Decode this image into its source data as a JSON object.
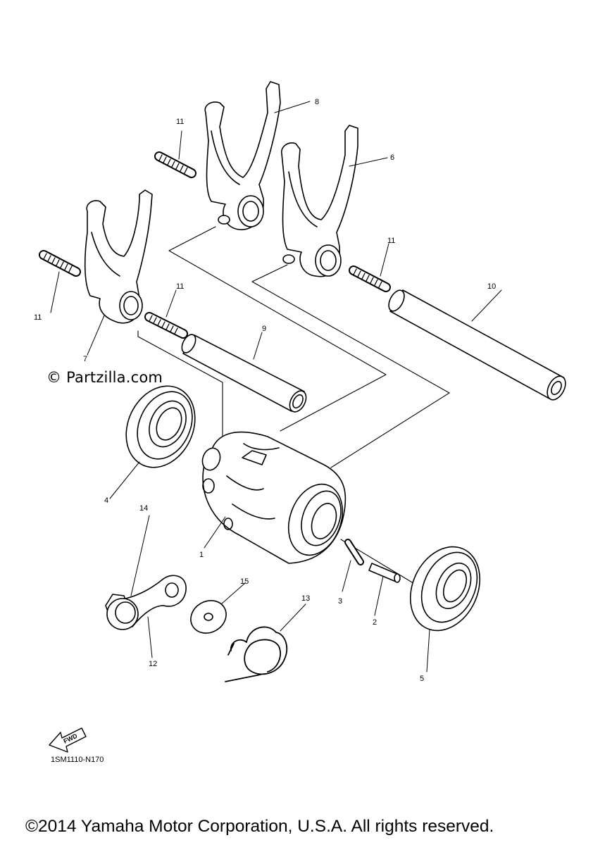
{
  "watermark": "© Partzilla.com",
  "diagram_code": "1SM1110-N170",
  "fwd_label": "FWD",
  "copyright": "©2014 Yamaha Motor Corporation, U.S.A. All rights reserved.",
  "callouts": {
    "c1": "1",
    "c2": "2",
    "c3": "3",
    "c4": "4",
    "c5": "5",
    "c6": "6",
    "c7": "7",
    "c8": "8",
    "c9": "9",
    "c10": "10",
    "c11a": "11",
    "c11b": "11",
    "c11c": "11",
    "c11d": "11",
    "c12": "12",
    "c13": "13",
    "c14": "14",
    "c15": "15"
  }
}
